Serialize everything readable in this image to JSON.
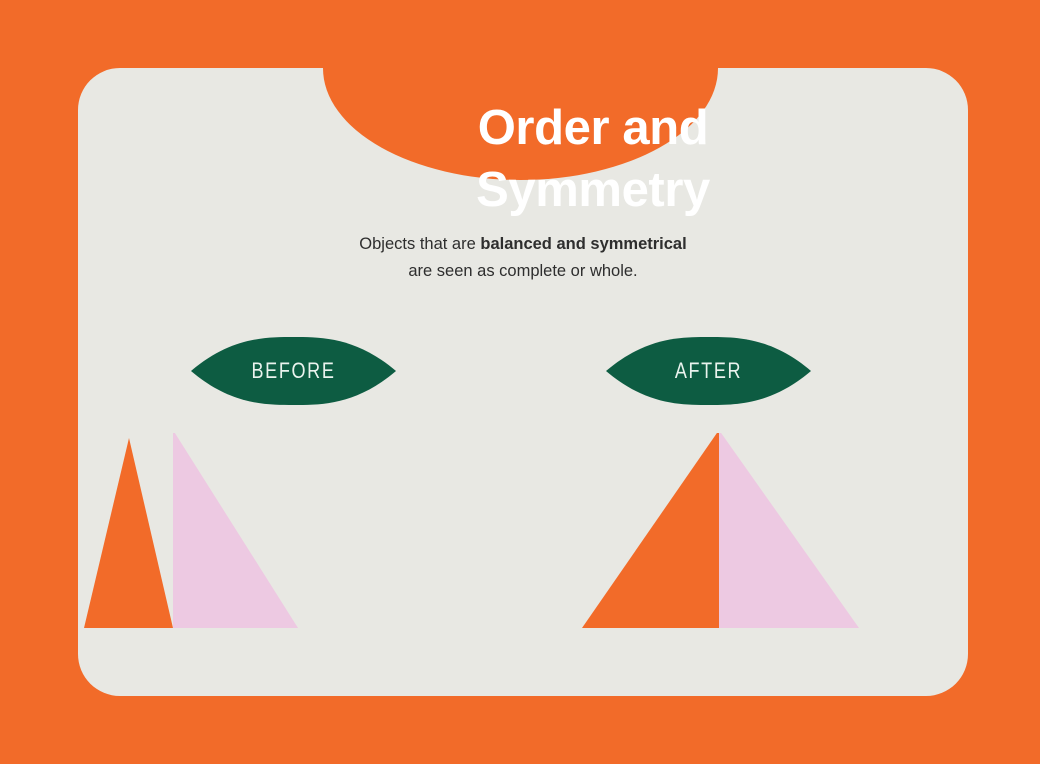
{
  "slide": {
    "title": "Order and Symmetry",
    "title_lines": [
      "Order and",
      "Symmetry"
    ],
    "subtitle_prefix": "Objects that are ",
    "subtitle_emphasis": "balanced and symmetrical",
    "subtitle_suffix": " are seen as complete or whole.",
    "subtitle_line1_prefix": "Objects that are ",
    "subtitle_line2": "are seen as complete or whole."
  },
  "comparison": {
    "before": {
      "badge_label": "BEFORE",
      "badge_icon": "lens-badge-icon",
      "shapes_caption": "asymmetric-triangle-pair"
    },
    "after": {
      "badge_label": "AFTER",
      "badge_icon": "lens-badge-icon",
      "shapes_caption": "symmetric-split-triangle"
    }
  },
  "colors": {
    "background_orange": "#F26B29",
    "card_background": "#E8E8E3",
    "badge_green": "#0D5C42",
    "badge_text": "#EAF3EE",
    "shape_orange": "#F26B29",
    "shape_pink": "#EDC9E2",
    "title_text": "#FFFFFF",
    "body_text": "#2E2E2E"
  }
}
